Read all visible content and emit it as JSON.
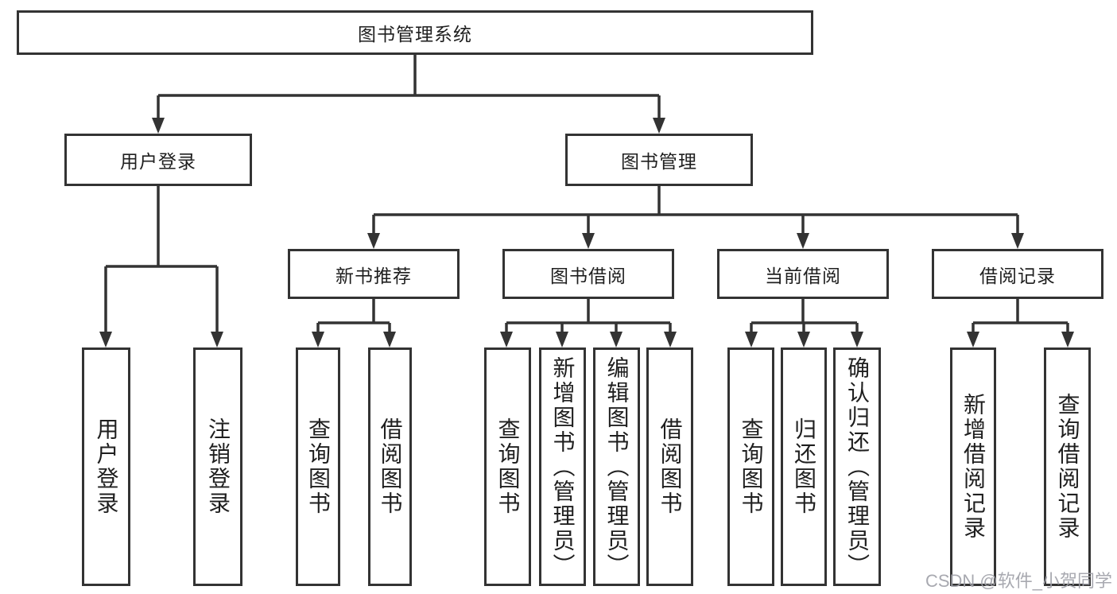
{
  "diagram": {
    "title": "图书管理系统",
    "root": {
      "label": "图书管理系统"
    },
    "level2": [
      {
        "label": "用户登录",
        "parent": "图书管理系统"
      },
      {
        "label": "图书管理",
        "parent": "图书管理系统"
      }
    ],
    "level3": [
      {
        "label": "新书推荐",
        "parent": "图书管理"
      },
      {
        "label": "图书借阅",
        "parent": "图书管理"
      },
      {
        "label": "当前借阅",
        "parent": "图书管理"
      },
      {
        "label": "借阅记录",
        "parent": "图书管理"
      }
    ],
    "leaves": [
      {
        "label": "用户登录",
        "parent": "用户登录"
      },
      {
        "label": "注销登录",
        "parent": "用户登录"
      },
      {
        "label": "查询图书",
        "parent": "新书推荐"
      },
      {
        "label": "借阅图书",
        "parent": "新书推荐"
      },
      {
        "label": "查询图书",
        "parent": "图书借阅"
      },
      {
        "label": "新增图书（管理员）",
        "parent": "图书借阅"
      },
      {
        "label": "编辑图书（管理员）",
        "parent": "图书借阅"
      },
      {
        "label": "借阅图书",
        "parent": "图书借阅"
      },
      {
        "label": "查询图书",
        "parent": "当前借阅"
      },
      {
        "label": "归还图书",
        "parent": "当前借阅"
      },
      {
        "label": "确认归还（管理员）",
        "parent": "当前借阅"
      },
      {
        "label": "新增借阅记录",
        "parent": "借阅记录"
      },
      {
        "label": "查询借阅记录",
        "parent": "借阅记录"
      }
    ]
  },
  "watermark": {
    "text": "CSDN @软件_小贺同学"
  },
  "colors": {
    "line": "#333333",
    "box_border": "#333333",
    "text": "#1f1f1f",
    "watermark": "#9fa0a8",
    "background": "#ffffff"
  }
}
